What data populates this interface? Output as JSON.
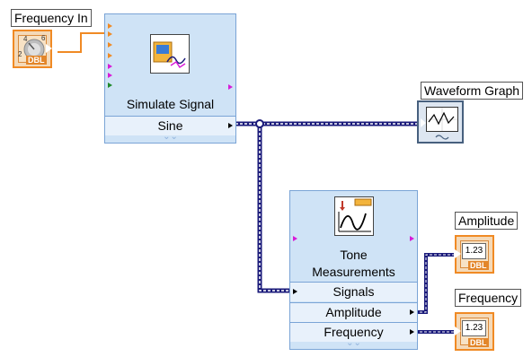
{
  "controls": {
    "frequency_in": {
      "label": "Frequency In",
      "type_badge": "DBL",
      "dial_marks": [
        "4",
        "6",
        "2"
      ]
    }
  },
  "subvis": {
    "simulate_signal": {
      "title": "Simulate Signal",
      "output_row": "Sine",
      "expand_icon": "chevron-down-icon"
    },
    "tone_measurements": {
      "title_line1": "Tone",
      "title_line2": "Measurements",
      "rows": [
        "Signals",
        "Amplitude",
        "Frequency"
      ],
      "expand_icon": "chevron-down-icon"
    }
  },
  "indicators": {
    "waveform_graph": {
      "label": "Waveform Graph"
    },
    "amplitude": {
      "label": "Amplitude",
      "value": "1.23",
      "type_badge": "DBL"
    },
    "frequency": {
      "label": "Frequency",
      "value": "1.23",
      "type_badge": "DBL"
    }
  },
  "colors": {
    "wire_waveform": "#1a1a7a",
    "wire_dbl": "#f08a24",
    "subvi_fill": "#cfe3f6",
    "subvi_border": "#7aa4d6",
    "terminal_border": "#f08a24"
  }
}
